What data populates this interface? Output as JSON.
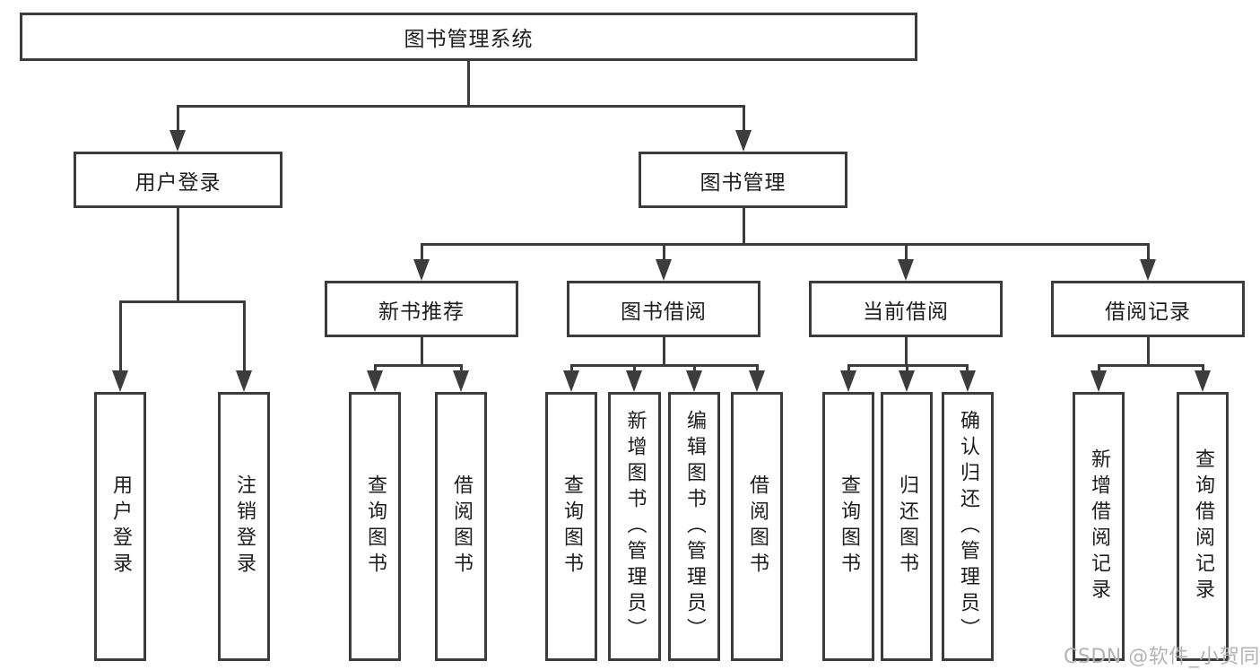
{
  "nodes": {
    "root": "图书管理系统",
    "user_login": "用户登录",
    "book_mgmt": "图书管理",
    "new_book_rec": "新书推荐",
    "book_borrow": "图书借阅",
    "current_borrow": "当前借阅",
    "borrow_records": "借阅记录",
    "leaf_user_login": "用户登录",
    "leaf_logout_login": "注销登录",
    "leaf_query_book_rec": "查询图书",
    "leaf_borrow_book_rec": "借阅图书",
    "leaf_query_book_borrow": "查询图书",
    "leaf_add_book_admin": "新增图书（管理员）",
    "leaf_edit_book_admin": "编辑图书（管理员）",
    "leaf_borrow_book_borrow": "借阅图书",
    "leaf_query_book_current": "查询图书",
    "leaf_return_book": "归还图书",
    "leaf_confirm_return_admin": "确认归还（管理员）",
    "leaf_add_borrow_record": "新增借阅记录",
    "leaf_query_borrow_record": "查询借阅记录"
  },
  "watermark": "CSDN @软件_小贺同学",
  "colors": {
    "line": "#3c3c3c",
    "text": "#1d1d1f",
    "background": "#ffffff",
    "watermark": "#b3b3b3"
  }
}
